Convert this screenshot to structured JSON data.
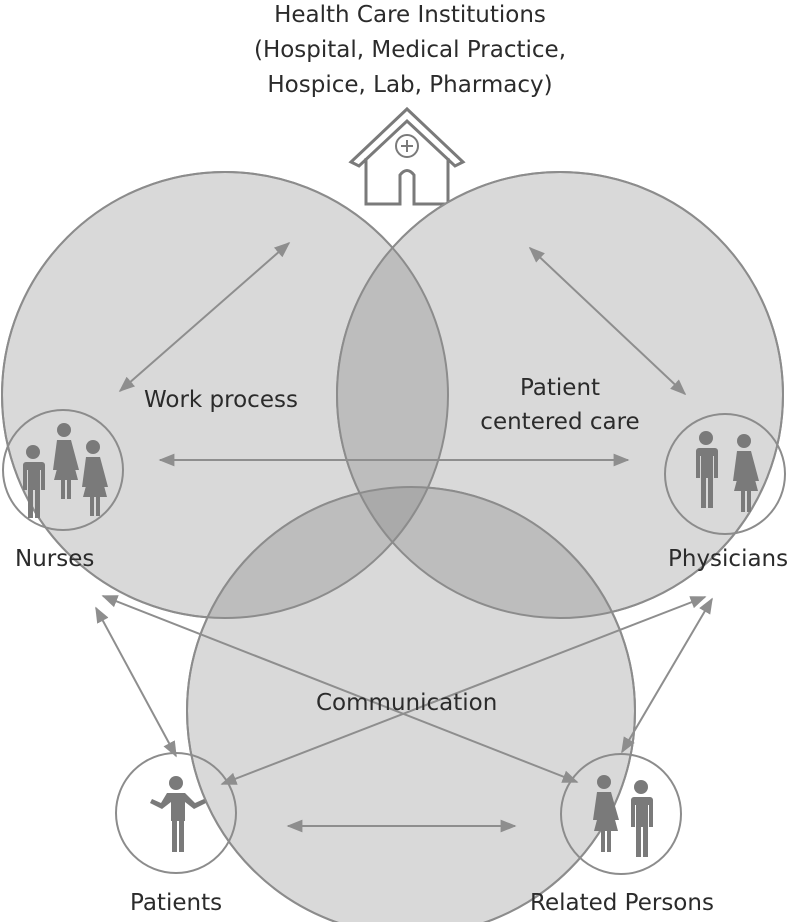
{
  "title": {
    "line1": "Health Care Institutions",
    "line2": "(Hospital, Medical Practice,",
    "line3": "Hospice, Lab, Pharmacy)"
  },
  "circles": {
    "work_process": "Work process",
    "patient_centered_care_line1": "Patient",
    "patient_centered_care_line2": "centered care",
    "communication": "Communication"
  },
  "actors": {
    "nurses": "Nurses",
    "physicians": "Physicians",
    "patients": "Patients",
    "related_persons": "Related Persons"
  },
  "icons": {
    "institution": "hospital-building-icon",
    "nurses": "nurses-group-icon",
    "physicians": "physicians-group-icon",
    "patient": "patient-shrug-icon",
    "related": "related-persons-icon"
  },
  "colors": {
    "circle_fill": "#d9d9d9",
    "circle_stroke": "#8c8c8c",
    "overlap_2": "#bdbdbd",
    "overlap_3": "#aaaaaa",
    "arrow": "#8e8e8e",
    "person": "#7a7a7a",
    "text": "#2b2b2b"
  }
}
